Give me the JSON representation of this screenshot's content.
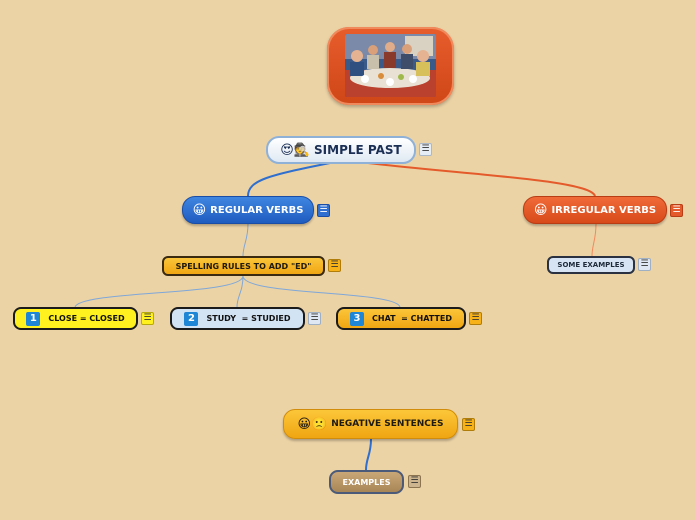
{
  "central": {
    "emoji": "😍🕵",
    "label": "SIMPLE PAST"
  },
  "image_node": {
    "icon": "photo-of-people-at-dinner-table"
  },
  "regular": {
    "emoji": "😀",
    "label": "REGULAR VERBS"
  },
  "irregular": {
    "emoji": "😀",
    "label": "IRREGULAR VERBS"
  },
  "spelling": {
    "label": "SPELLING RULES TO ADD \"ED\""
  },
  "some_examples": {
    "label": "SOME EXAMPLES"
  },
  "rules": [
    {
      "num": "1",
      "label": "CLOSE = CLOSE",
      "suffix": "D"
    },
    {
      "num": "2",
      "label": "STUDY  = STUDIED",
      "suffix": ""
    },
    {
      "num": "3",
      "label": "CHAT  = CHATTED",
      "suffix": ""
    }
  ],
  "negative": {
    "emoji": "😀🙁",
    "label": "NEGATIVE SENTENCES"
  },
  "examples": {
    "label": "EXAMPLES"
  },
  "note_glyph": "☰",
  "colors": {
    "background": "#ebd3a6",
    "blue": "#2f6fcf",
    "orange_red": "#e45a2b",
    "yellow": "#f7b21a",
    "bright_yellow": "#ffe81a",
    "light_blue": "#cfe0f2",
    "tan": "#bd9a6b"
  }
}
